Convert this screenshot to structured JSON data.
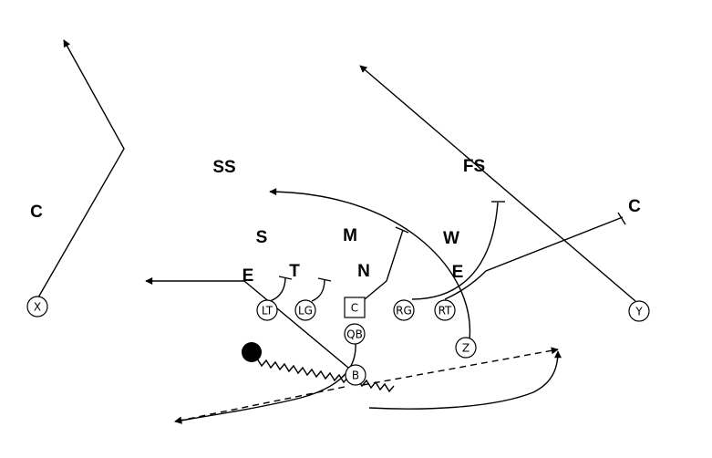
{
  "offense": {
    "x": "X",
    "lt": "LT",
    "lg": "LG",
    "c": "C",
    "rg": "RG",
    "rt": "RT",
    "y": "Y",
    "qb": "QB",
    "b": "B",
    "z": "Z"
  },
  "defense": {
    "c_left": "C",
    "ss": "SS",
    "fs": "FS",
    "c_right": "C",
    "s": "S",
    "m": "M",
    "w": "W",
    "e_left": "E",
    "t": "T",
    "n": "N",
    "e_right": "E"
  }
}
